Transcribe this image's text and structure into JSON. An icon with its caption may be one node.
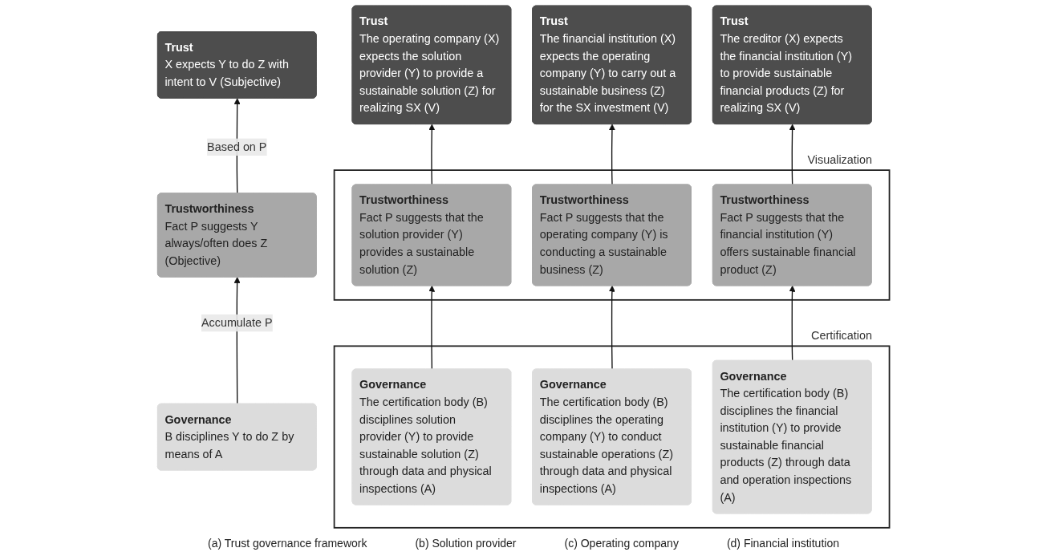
{
  "diagram": {
    "nodes": [
      {
        "text": [
          "Trust",
          "X expects Y to do Z with intent to V (Subjective)"
        ]
      },
      {
        "text": [
          "Trust",
          "The operating company (X) expects the solution provider (Y) to provide a sustainable solution (Z) for realizing SX (V)"
        ]
      },
      {
        "text": [
          "Trust",
          "The financial institution (X) expects the operating company (Y) to carry out a sustainable business (Z) for the SX investment (V)"
        ]
      },
      {
        "text": [
          "Trust",
          "The creditor (X) expects the financial institution (Y) to provide sustainable financial products (Z) for realizing SX (V)"
        ]
      },
      {
        "text": [
          "Trustworthiness",
          "Fact P suggests Y always/often does Z (Objective)"
        ]
      },
      {
        "text": [
          "Visualization"
        ]
      },
      {
        "text": [
          "Trustworthiness",
          "Fact P suggests that the solution provider (Y) provides a sustainable solution (Z)"
        ],
        "in": 5
      },
      {
        "text": [
          "Trustworthiness",
          "Fact P suggests that the operating company (Y) is conducting a sustainable business (Z)"
        ],
        "in": 5
      },
      {
        "text": [
          "Trustworthiness",
          "Fact P suggests that the financial institution (Y) offers sustainable financial product (Z)"
        ],
        "in": 5
      },
      {
        "text": [
          "Governance",
          "B disciplines Y to do Z by means of A"
        ]
      },
      {
        "text": [
          "Certification"
        ]
      },
      {
        "text": [
          "Governance",
          "The certification body (B) disciplines solution provider (Y) to provide sustainable solution (Z) through data and physical inspections (A)"
        ],
        "in": 10
      },
      {
        "text": [
          "Governance",
          "The certification body (B) disciplines the operating company (Y) to conduct sustainable operations (Z) through data and physical inspections (A)"
        ],
        "in": 10
      },
      {
        "text": [
          "Governance",
          "The certification body (B) disciplines the financial institution (Y) to provide sustainable financial products (Z) through data and operation inspections (A)"
        ],
        "in": 10
      }
    ],
    "edges": [
      {
        "from": 4,
        "to": 0,
        "arrow": "to",
        "label": "Based on P"
      },
      {
        "from": 6,
        "to": 1,
        "arrow": "to"
      },
      {
        "from": 7,
        "to": 2,
        "arrow": "to"
      },
      {
        "from": 8,
        "to": 3,
        "arrow": "to"
      },
      {
        "from": 9,
        "to": 4,
        "arrow": "to",
        "label": "Accumulate P"
      },
      {
        "from": 11,
        "to": 6,
        "arrow": "to"
      },
      {
        "from": 12,
        "to": 7,
        "arrow": "to"
      },
      {
        "from": 13,
        "to": 8,
        "arrow": "to"
      }
    ],
    "labels": [
      "(a) Trust governance framework",
      "(b) Solution provider",
      "(c) Operating company",
      "(d) Financial institution"
    ]
  }
}
